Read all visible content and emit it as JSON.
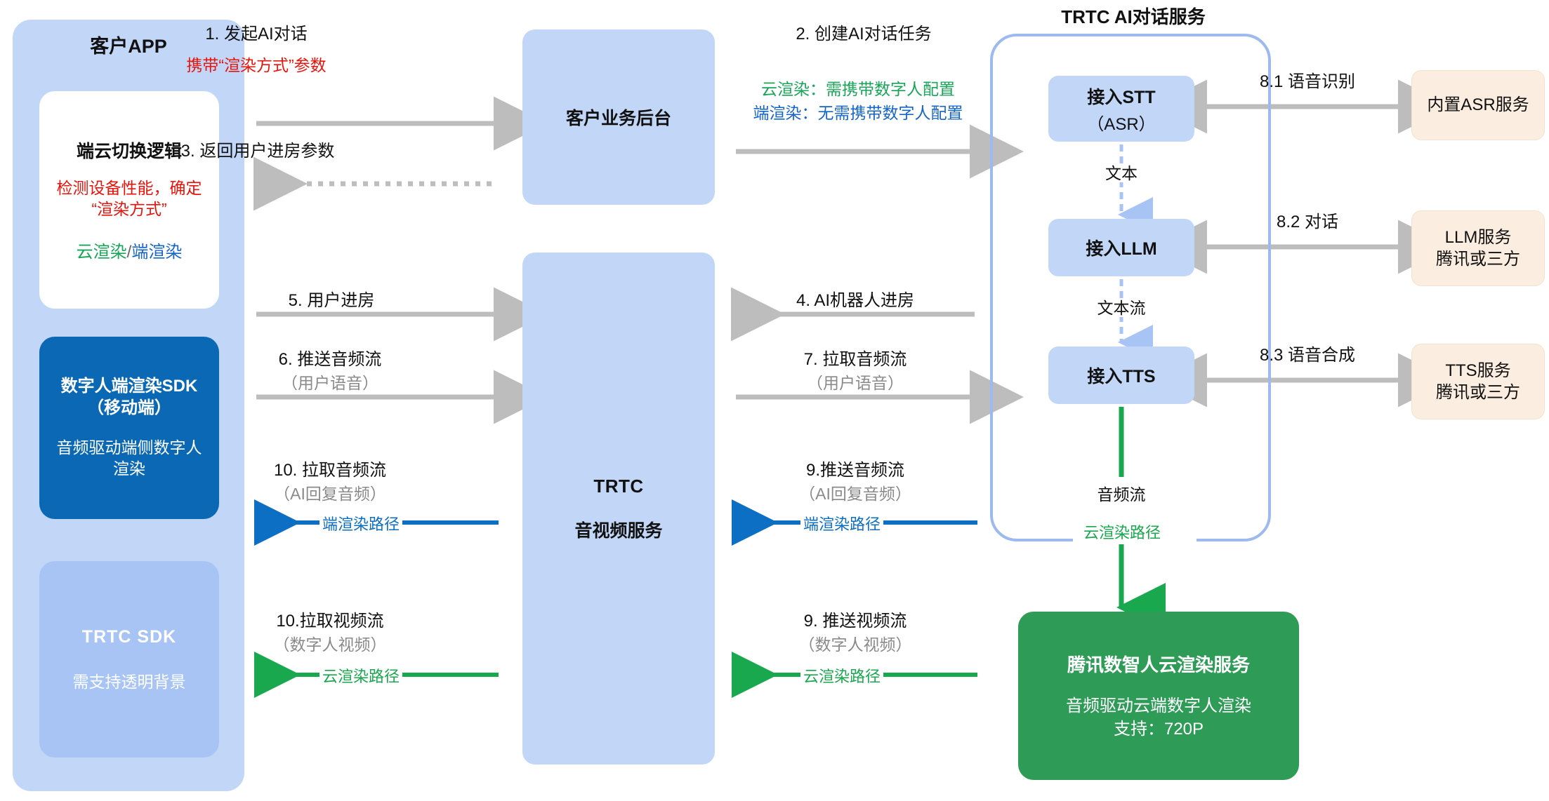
{
  "client_app": {
    "title": "客户APP",
    "switch_logic": {
      "title": "端云切换逻辑",
      "red_note": "检测设备性能，确定\n“渲染方式”",
      "mode_cloud": "云渲染",
      "mode_slash": "/",
      "mode_device": "端渲染"
    },
    "avatar_sdk": {
      "title": "数字人端渲染SDK\n（移动端）",
      "subtitle": "音频驱动端侧数字人渲染"
    },
    "trtc_sdk": {
      "title": "TRTC SDK",
      "subtitle": "需支持透明背景"
    }
  },
  "backend": {
    "label": "客户业务后台"
  },
  "trtc_service": {
    "line1": "TRTC",
    "line2": "音视频服务"
  },
  "ai_panel": {
    "title": "TRTC AI对话服务",
    "stages": [
      {
        "line1": "接入STT",
        "line2": "（ASR）"
      },
      {
        "line1": "接入LLM",
        "line2": ""
      },
      {
        "line1": "接入TTS",
        "line2": ""
      }
    ],
    "internal_flow": [
      {
        "label": "文本"
      },
      {
        "label": "文本流"
      },
      {
        "label": "音频流"
      }
    ],
    "cloud_path_label": "云渲染路径"
  },
  "external_services": [
    {
      "arrow_label": "8.1 语音识别",
      "name": "内置ASR服务"
    },
    {
      "arrow_label": "8.2 对话",
      "name": "LLM服务\n腾讯或三方"
    },
    {
      "arrow_label": "8.3 语音合成",
      "name": "TTS服务\n腾讯或三方"
    }
  ],
  "cloud_render": {
    "title": "腾讯数智人云渲染服务",
    "subtitle": "音频驱动云端数字人渲染\n支持：720P"
  },
  "flows_left": [
    {
      "main": "1. 发起AI对话",
      "note": "携带“渲染方式”参数",
      "note_color": "#e8140c",
      "sub": "",
      "path": ""
    },
    {
      "main": "3. 返回用户进房参数",
      "note": "",
      "sub": "",
      "path": ""
    },
    {
      "main": "5. 用户进房",
      "note": "",
      "sub": "",
      "path": ""
    },
    {
      "main": "6. 推送音频流",
      "note": "",
      "sub": "（用户语音）",
      "path": ""
    },
    {
      "main": "10. 拉取音频流",
      "note": "",
      "sub": "（AI回复音频）",
      "path": "端渲染路径",
      "path_color": "#0d6fc4"
    },
    {
      "main": "10.拉取视频流",
      "note": "",
      "sub": "（数字人视频）",
      "path": "云渲染路径",
      "path_color": "#19a84e"
    }
  ],
  "flows_right": [
    {
      "main": "2. 创建AI对话任务",
      "note_green": "云渲染：需携带数字人配置",
      "note_blue": "端渲染：无需携带数字人配置",
      "sub": "",
      "path": ""
    },
    {
      "main": "4. AI机器人进房",
      "sub": "",
      "path": ""
    },
    {
      "main": "7. 拉取音频流",
      "sub": "（用户语音）",
      "path": ""
    },
    {
      "main": "9.推送音频流",
      "sub": "（AI回复音频）",
      "path": "端渲染路径",
      "path_color": "#0d6fc4"
    },
    {
      "main": "9. 推送视频流",
      "sub": "（数字人视频）",
      "path": "云渲染路径",
      "path_color": "#19a84e"
    }
  ],
  "colors": {
    "panel_blue": "#c2d7f7",
    "deep_blue": "#0a68b4",
    "green": "#2e9b57",
    "cream": "#fbeee1",
    "gray_arrow": "#bdbdbd"
  }
}
